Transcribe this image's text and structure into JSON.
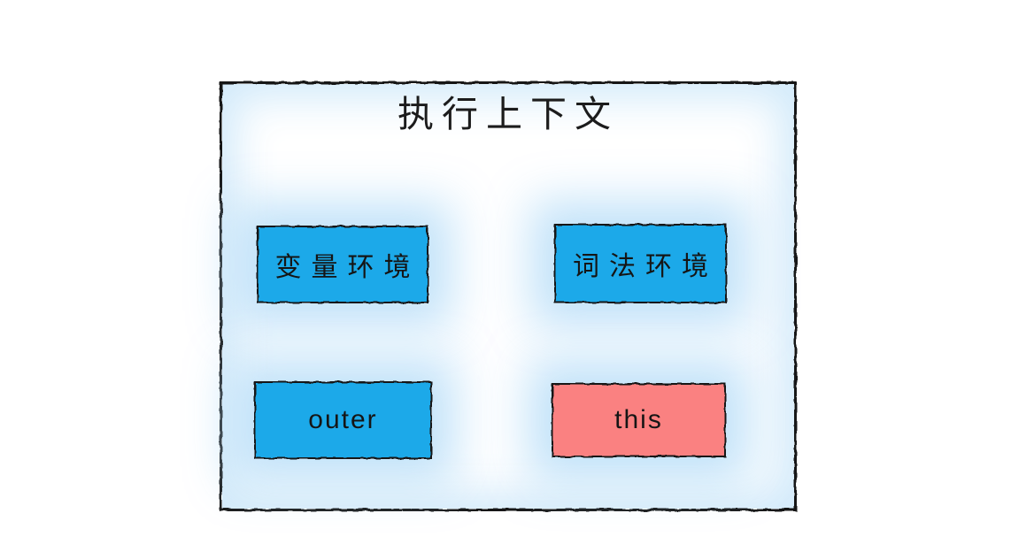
{
  "diagram": {
    "title": "执行上下文",
    "boxes": [
      {
        "label": "变量环境",
        "color": "#1BA9E9"
      },
      {
        "label": "词法环境",
        "color": "#1BA9E9"
      },
      {
        "label": "outer",
        "color": "#1BA9E9"
      },
      {
        "label": "this",
        "color": "#FA8181"
      }
    ],
    "colors": {
      "frame_border": "#161616",
      "box_border": "#191919",
      "glow": "#D0E9FA",
      "background": "#FFFFFF",
      "text": "#1C1C1C"
    }
  }
}
